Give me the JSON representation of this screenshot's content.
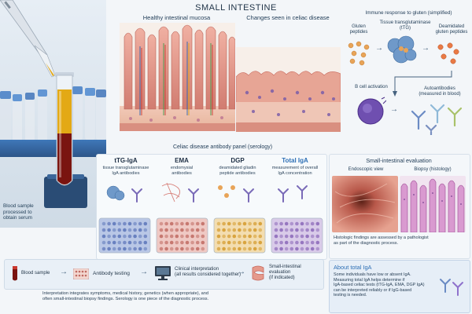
{
  "title": "SMALL INTESTINE",
  "top": {
    "healthy_label": "Healthy intestinal mucosa",
    "celiac_label": "Changes seen in celiac disease",
    "immune_title": "Immune response to gluten (simplified)",
    "gluten_label": "Gluten\npeptides",
    "ttg_label": "Tissue transglutaminase\n(tTG)",
    "deamidated_label": "Deamidated\ngluten peptides",
    "bcell_label": "B cell activation",
    "autoantibodies_label": "Autoantibodies\n(measured in blood)"
  },
  "sample": {
    "label": "Blood sample\nprocessed to\nobtain serum"
  },
  "panel": {
    "title": "Celiac disease antibody panel (serology)",
    "columns": [
      {
        "name": "tTG-IgA",
        "desc": "tissue transglutaminase\nIgA antibodies",
        "plate_color": "#b9c7e6",
        "dot_color": "#5b74b8"
      },
      {
        "name": "EMA",
        "desc": "endomysial\nantibodies",
        "plate_color": "#efc9c4",
        "dot_color": "#c06a62"
      },
      {
        "name": "DGP",
        "desc": "deamidated gliadin\npeptide antibodies",
        "plate_color": "#f3ddb0",
        "dot_color": "#d39a2c"
      },
      {
        "name": "Total IgA",
        "desc": "measurement of overall\nIgA concentration",
        "plate_color": "#d9cbe9",
        "dot_color": "#8a67b8"
      }
    ]
  },
  "evaluation": {
    "title": "Small-intestinal evaluation",
    "endoscopic_label": "Endoscopic view",
    "biopsy_label": "Biopsy (histology)",
    "note": "Histologic findings are assessed by a pathologist\nas part of the diagnostic process."
  },
  "flow": {
    "steps": [
      {
        "label": "Blood sample"
      },
      {
        "label": "Antibody testing"
      },
      {
        "label": "Clinical interpretation\n(all results considered together)"
      },
      {
        "label": "Small-intestinal\nevaluation\n(if indicated)"
      }
    ],
    "note": "Interpretation integrates symptoms, medical history, genetics (when appropriate), and\noften small-intestinal biopsy findings. Serology is one piece of the diagnostic process."
  },
  "about": {
    "title": "About total IgA",
    "text": "Some individuals have low or absent IgA.\nMeasuring total IgA helps determine if\nIgA-based celiac tests (tTG-IgA, EMA, DGP IgA)\ncan be interpreted reliably or if IgG-based\ntesting is needed."
  },
  "colors": {
    "accent": "#2d6fb5",
    "tissue": "#e59a8c",
    "tissue_dark": "#c7675c",
    "blood": "#7a1410",
    "serum": "#e0a313"
  },
  "icons": [
    "pipette-icon",
    "test-tube-icon",
    "antibody-icon",
    "enzyme-icon",
    "b-cell-icon",
    "monitor-icon",
    "intestine-icon",
    "blood-tube-icon",
    "plate-icon",
    "arrow-icon"
  ]
}
